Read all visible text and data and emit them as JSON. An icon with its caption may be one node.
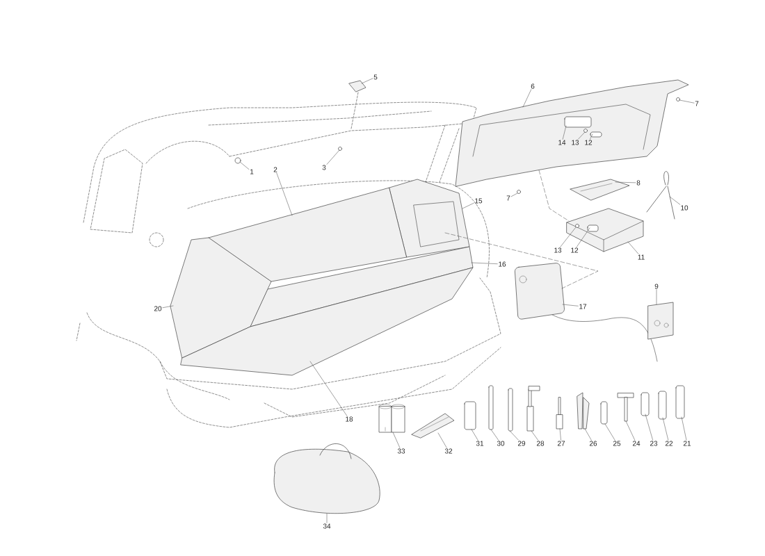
{
  "diagram": {
    "nodes": [
      {
        "text": [
          "1"
        ]
      },
      {
        "text": [],
        "shape": "circle"
      },
      {
        "text": [
          "2"
        ]
      },
      {
        "text": [],
        "shape": "picture"
      },
      {
        "text": [
          "3"
        ]
      },
      {
        "text": [],
        "shape": "circle"
      },
      {
        "text": [
          "5"
        ]
      },
      {
        "text": [],
        "shape": "picture"
      },
      {
        "text": [
          "6"
        ]
      },
      {
        "text": [],
        "shape": "picture"
      },
      {
        "text": [
          "7"
        ]
      },
      {
        "text": [],
        "shape": "circle",
        "in": 9
      },
      {
        "text": [
          "14"
        ],
        "in": 9
      },
      {
        "text": [],
        "shape": "box",
        "in": 9
      },
      {
        "text": [
          "13"
        ],
        "in": 9
      },
      {
        "text": [],
        "shape": "circle",
        "in": 9
      },
      {
        "text": [
          "12"
        ],
        "in": 9
      },
      {
        "text": [],
        "shape": "box",
        "in": 9
      },
      {
        "text": [
          "8"
        ]
      },
      {
        "text": [],
        "shape": "picture"
      },
      {
        "text": [
          "10"
        ]
      },
      {
        "text": [],
        "shape": "picture"
      },
      {
        "text": [
          "7"
        ]
      },
      {
        "text": [],
        "shape": "circle"
      },
      {
        "text": [
          "15"
        ]
      },
      {
        "text": [],
        "shape": "picture"
      },
      {
        "text": [
          "11"
        ]
      },
      {
        "text": [],
        "shape": "picture"
      },
      {
        "text": [
          "13"
        ]
      },
      {
        "text": [],
        "shape": "circle",
        "in": 27
      },
      {
        "text": [
          "12"
        ]
      },
      {
        "text": [],
        "shape": "box",
        "in": 27
      },
      {
        "text": [
          "16"
        ]
      },
      {
        "text": [],
        "shape": "picture"
      },
      {
        "text": [
          "20"
        ]
      },
      {
        "text": [],
        "shape": "picture"
      },
      {
        "text": [
          "17"
        ]
      },
      {
        "text": [],
        "shape": "picture"
      },
      {
        "text": [
          "9"
        ]
      },
      {
        "text": [],
        "shape": "picture"
      },
      {
        "text": [
          "18"
        ]
      },
      {
        "text": [],
        "shape": "picture"
      },
      {
        "text": [
          "33"
        ]
      },
      {
        "text": [],
        "shape": "picture"
      },
      {
        "text": [
          "32"
        ]
      },
      {
        "text": [],
        "shape": "picture"
      },
      {
        "text": [
          "31"
        ]
      },
      {
        "text": [],
        "shape": "box"
      },
      {
        "text": [
          "30"
        ]
      },
      {
        "text": [],
        "shape": "box"
      },
      {
        "text": [
          "29"
        ]
      },
      {
        "text": [],
        "shape": "box"
      },
      {
        "text": [
          "28"
        ]
      },
      {
        "text": [],
        "shape": "picture"
      },
      {
        "text": [
          "27"
        ]
      },
      {
        "text": [],
        "shape": "picture"
      },
      {
        "text": [
          "26"
        ]
      },
      {
        "text": [],
        "shape": "picture"
      },
      {
        "text": [
          "25"
        ]
      },
      {
        "text": [],
        "shape": "box"
      },
      {
        "text": [
          "24"
        ]
      },
      {
        "text": [],
        "shape": "picture"
      },
      {
        "text": [
          "23"
        ]
      },
      {
        "text": [],
        "shape": "box"
      },
      {
        "text": [
          "22"
        ]
      },
      {
        "text": [],
        "shape": "box"
      },
      {
        "text": [
          "21"
        ]
      },
      {
        "text": [],
        "shape": "box"
      },
      {
        "text": [
          "34"
        ]
      },
      {
        "text": [],
        "shape": "picture"
      }
    ],
    "edges": [
      {
        "from": 0,
        "to": 1,
        "arrow": "none"
      },
      {
        "from": 2,
        "to": 3,
        "arrow": "none"
      },
      {
        "from": 4,
        "to": 5,
        "arrow": "none"
      },
      {
        "from": 6,
        "to": 7,
        "arrow": "none"
      },
      {
        "from": 8,
        "to": 9,
        "arrow": "none"
      },
      {
        "from": 10,
        "to": 11,
        "arrow": "none"
      },
      {
        "from": 12,
        "to": 13,
        "arrow": "none"
      },
      {
        "from": 14,
        "to": 15,
        "arrow": "none"
      },
      {
        "from": 16,
        "to": 17,
        "arrow": "none"
      },
      {
        "from": 18,
        "to": 19,
        "arrow": "none"
      },
      {
        "from": 20,
        "to": 21,
        "arrow": "none"
      },
      {
        "from": 22,
        "to": 23,
        "arrow": "none"
      },
      {
        "from": 24,
        "to": 25,
        "arrow": "none"
      },
      {
        "from": 26,
        "to": 27,
        "arrow": "none"
      },
      {
        "from": 28,
        "to": 29,
        "arrow": "none"
      },
      {
        "from": 30,
        "to": 31,
        "arrow": "none"
      },
      {
        "from": 32,
        "to": 33,
        "arrow": "none"
      },
      {
        "from": 34,
        "to": 35,
        "arrow": "none"
      },
      {
        "from": 36,
        "to": 37,
        "arrow": "none"
      },
      {
        "from": 38,
        "to": 39,
        "arrow": "none"
      },
      {
        "from": 40,
        "to": 41,
        "arrow": "none"
      },
      {
        "from": 42,
        "to": 43,
        "arrow": "none"
      },
      {
        "from": 44,
        "to": 45,
        "arrow": "none"
      },
      {
        "from": 46,
        "to": 47,
        "arrow": "none"
      },
      {
        "from": 48,
        "to": 49,
        "arrow": "none"
      },
      {
        "from": 50,
        "to": 51,
        "arrow": "none"
      },
      {
        "from": 52,
        "to": 53,
        "arrow": "none"
      },
      {
        "from": 54,
        "to": 55,
        "arrow": "none"
      },
      {
        "from": 56,
        "to": 57,
        "arrow": "none"
      },
      {
        "from": 58,
        "to": 59,
        "arrow": "none"
      },
      {
        "from": 60,
        "to": 61,
        "arrow": "none"
      },
      {
        "from": 62,
        "to": 63,
        "arrow": "none"
      },
      {
        "from": 64,
        "to": 65,
        "arrow": "none"
      },
      {
        "from": 66,
        "to": 67,
        "arrow": "none"
      },
      {
        "from": 68,
        "to": 69,
        "arrow": "none"
      },
      {
        "from": 9,
        "to": 27,
        "arrow": "none",
        "style": "dashed"
      },
      {
        "from": 25,
        "to": 37,
        "arrow": "none",
        "style": "dashed"
      }
    ]
  }
}
